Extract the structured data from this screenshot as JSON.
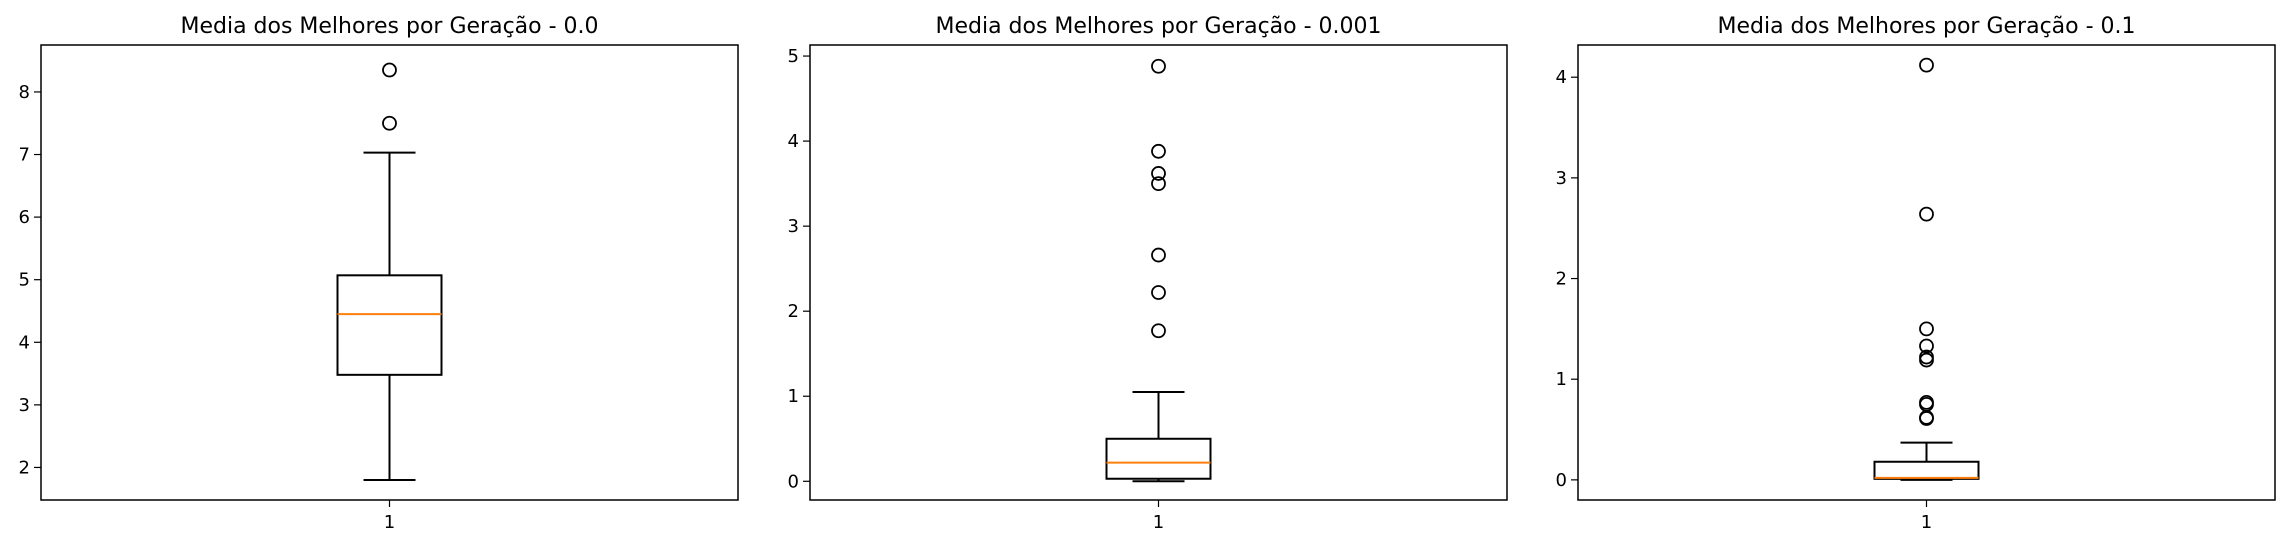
{
  "chart_data": [
    {
      "type": "box",
      "title": "Media dos Melhores por Geração - 0.0",
      "categories": [
        "1"
      ],
      "ylim": [
        1.48,
        8.75
      ],
      "yticks": [
        2,
        3,
        4,
        5,
        6,
        7,
        8
      ],
      "box": {
        "whisker_low": 1.8,
        "q1": 3.48,
        "median": 4.45,
        "q3": 5.07,
        "whisker_high": 7.03
      },
      "fliers": [
        7.5,
        8.35
      ],
      "colors": {
        "median": "#ff7f0e",
        "box": "#000000"
      }
    },
    {
      "type": "box",
      "title": "Media dos Melhores por Geração - 0.001",
      "categories": [
        "1"
      ],
      "ylim": [
        -0.22,
        5.13
      ],
      "yticks": [
        0,
        1,
        2,
        3,
        4,
        5
      ],
      "box": {
        "whisker_low": 0.0,
        "q1": 0.03,
        "median": 0.22,
        "q3": 0.5,
        "whisker_high": 1.05
      },
      "fliers": [
        1.77,
        2.22,
        2.66,
        3.5,
        3.62,
        3.88,
        4.88
      ],
      "colors": {
        "median": "#ff7f0e",
        "box": "#000000"
      }
    },
    {
      "type": "box",
      "title": "Media dos Melhores por Geração - 0.1",
      "categories": [
        "1"
      ],
      "ylim": [
        -0.2,
        4.32
      ],
      "yticks": [
        0,
        1,
        2,
        3,
        4
      ],
      "box": {
        "whisker_low": 0.0,
        "q1": 0.01,
        "median": 0.02,
        "q3": 0.18,
        "whisker_high": 0.37
      },
      "fliers": [
        0.61,
        0.62,
        0.75,
        0.77,
        1.19,
        1.22,
        1.33,
        1.5,
        2.64,
        4.12
      ],
      "colors": {
        "median": "#ff7f0e",
        "box": "#000000"
      }
    }
  ]
}
